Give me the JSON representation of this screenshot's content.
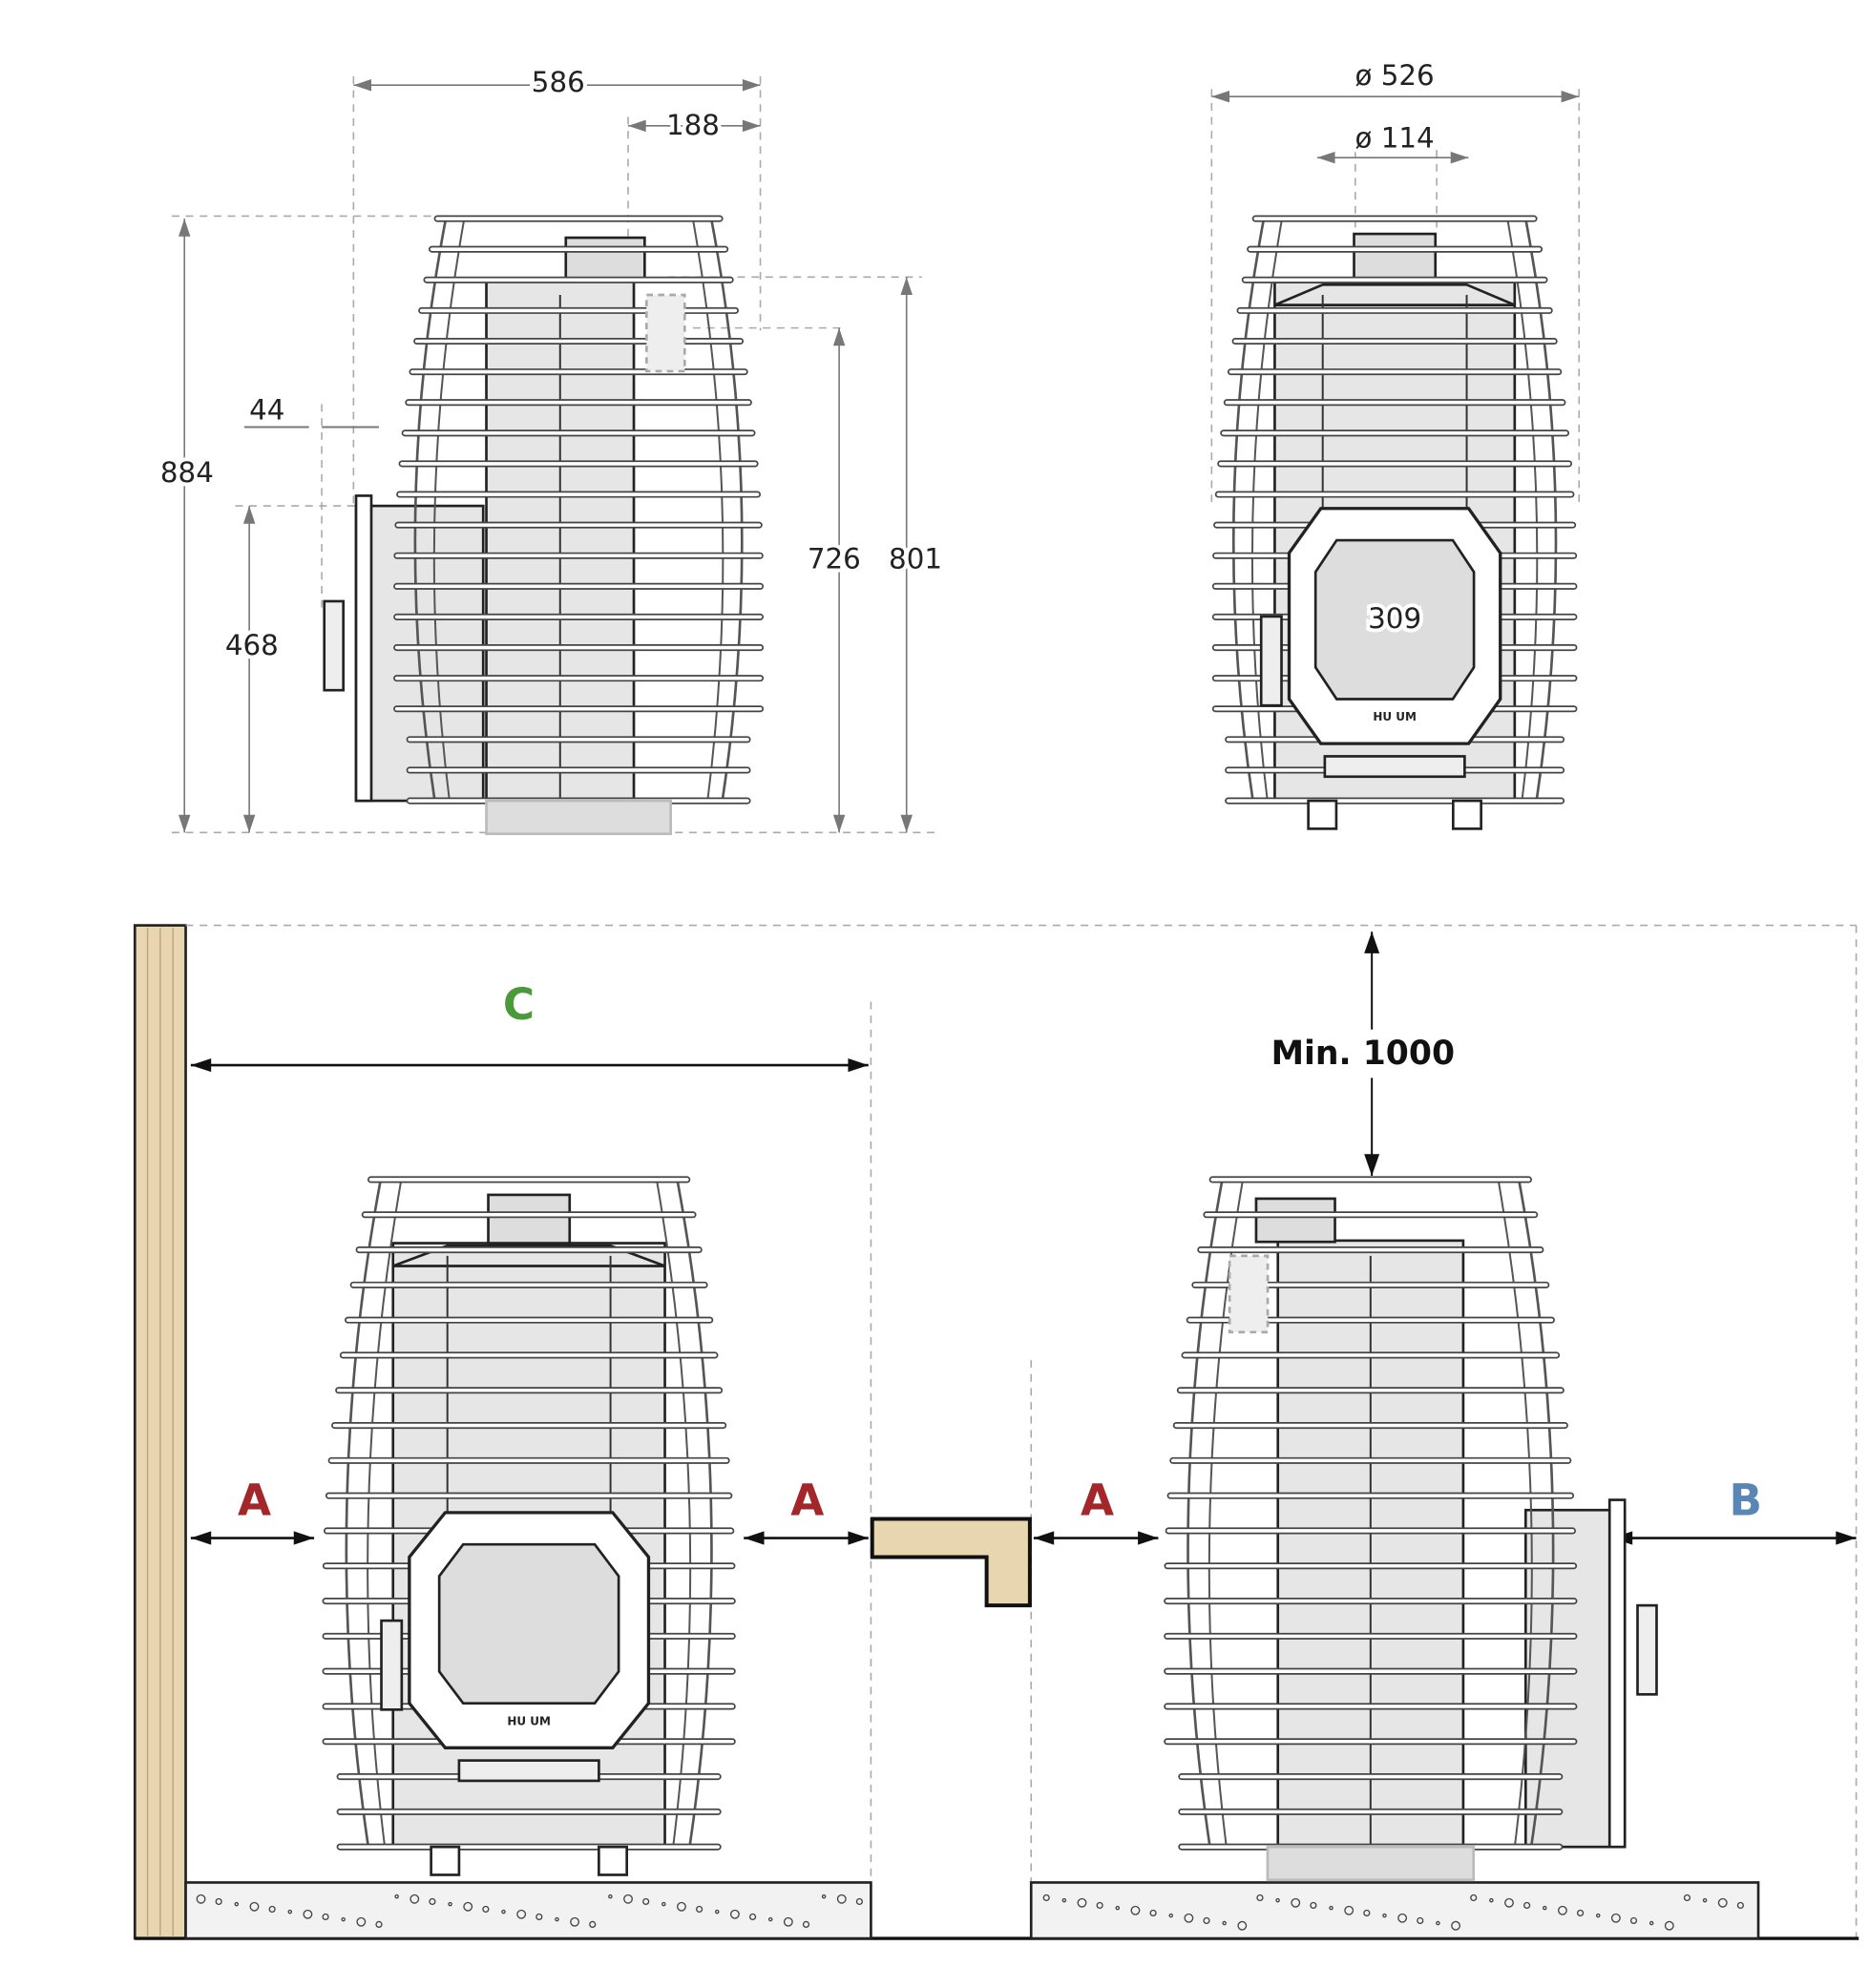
{
  "side_view": {
    "width": "586",
    "offset": "188",
    "height": "884",
    "door_height": "468",
    "wall_gap": "44",
    "outlet_height": "726",
    "body_height": "801"
  },
  "front_view": {
    "diameter": "ø 526",
    "chimney_diameter": "ø 114",
    "door_width": "309",
    "logo": "HU UM"
  },
  "clearances": {
    "c_label": "C",
    "a_label": "A",
    "b_label": "B",
    "ceiling": "Min. 1000"
  },
  "colors": {
    "a": "#a3262a",
    "b": "#5a86b5",
    "c": "#4a9a3a",
    "wood": "#e8d6b0",
    "metal": "#e6e6e6"
  }
}
